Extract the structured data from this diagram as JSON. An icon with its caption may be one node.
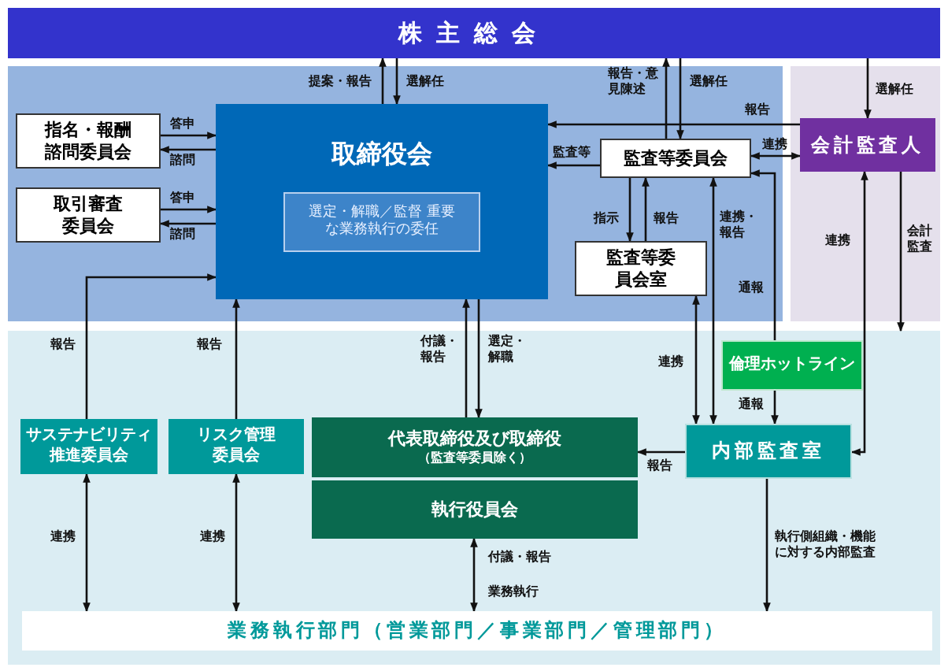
{
  "diagram": {
    "nodes": [
      {
        "text": [
          "株主総会"
        ]
      },
      {
        "text": [
          "指名・報酬諮問委員会"
        ]
      },
      {
        "text": [
          "取引審査委員会"
        ]
      },
      {
        "text": [
          "取締役会"
        ]
      },
      {
        "text": [
          "選定・解職／監督 重要な業務執行の委任"
        ],
        "in": 3
      },
      {
        "text": [
          "監査等委員会"
        ]
      },
      {
        "text": [
          "監査等委員会室"
        ]
      },
      {
        "text": [
          "会計監査人"
        ]
      },
      {
        "text": [
          "倫理ホットライン"
        ],
        "in": 15
      },
      {
        "text": [
          "サステナビリティ推進委員会"
        ],
        "in": 15
      },
      {
        "text": [
          "リスク管理委員会"
        ],
        "in": 15
      },
      {
        "text": [
          "代表取締役及び取締役",
          "（監査等委員除く）"
        ],
        "in": 15
      },
      {
        "text": [
          "執行役員会"
        ],
        "in": 15
      },
      {
        "text": [
          "内部監査室"
        ],
        "in": 15
      },
      {
        "text": [
          "業務執行部門（営業部門／事業部門／管理部門）"
        ],
        "in": 15
      },
      {
        "text": [],
        "shape": "box"
      }
    ],
    "edges": [
      {
        "from": 3,
        "to": 0,
        "arrow": "to",
        "label": "提案・報告"
      },
      {
        "from": 0,
        "to": 3,
        "arrow": "to",
        "label": "選解任"
      },
      {
        "from": 1,
        "to": 3,
        "arrow": "to",
        "label": "答申"
      },
      {
        "from": 3,
        "to": 1,
        "arrow": "to",
        "label": "諮問"
      },
      {
        "from": 2,
        "to": 3,
        "arrow": "to",
        "label": "答申"
      },
      {
        "from": 3,
        "to": 2,
        "arrow": "to",
        "label": "諮問"
      },
      {
        "from": 9,
        "to": 3,
        "arrow": "to",
        "label": "報告"
      },
      {
        "from": 10,
        "to": 3,
        "arrow": "to",
        "label": "報告"
      },
      {
        "from": 11,
        "to": 3,
        "arrow": "to",
        "label": "付議・報告"
      },
      {
        "from": 3,
        "to": 11,
        "arrow": "to",
        "label": "選定・解職"
      },
      {
        "from": 5,
        "to": 0,
        "arrow": "to",
        "label": "報告・意見陳述"
      },
      {
        "from": 0,
        "to": 5,
        "arrow": "to",
        "label": "選解任"
      },
      {
        "from": 7,
        "to": 3,
        "arrow": "to",
        "label": "報告"
      },
      {
        "from": 5,
        "to": 3,
        "arrow": "to",
        "label": "監査等"
      },
      {
        "from": 5,
        "to": 7,
        "arrow": "both",
        "label": "連携"
      },
      {
        "from": 5,
        "to": 6,
        "arrow": "to",
        "label": "指示"
      },
      {
        "from": 6,
        "to": 5,
        "arrow": "to",
        "label": "報告"
      },
      {
        "from": 6,
        "to": 13,
        "arrow": "both",
        "label": "連携"
      },
      {
        "from": 5,
        "to": 13,
        "arrow": "both",
        "label": "連携・報告"
      },
      {
        "from": 8,
        "to": 5,
        "arrow": "to",
        "label": "通報"
      },
      {
        "from": 8,
        "to": 13,
        "arrow": "to",
        "label": "通報"
      },
      {
        "from": 7,
        "to": 13,
        "arrow": "both",
        "label": "連携"
      },
      {
        "from": 7,
        "to": 15,
        "arrow": "to",
        "label": "会計監査"
      },
      {
        "from": 0,
        "to": 7,
        "arrow": "to",
        "label": "選解任"
      },
      {
        "from": 13,
        "to": 11,
        "arrow": "to",
        "label": "報告"
      },
      {
        "from": 9,
        "to": 14,
        "arrow": "both",
        "label": "連携"
      },
      {
        "from": 10,
        "to": 14,
        "arrow": "both",
        "label": "連携"
      },
      {
        "from": 12,
        "to": 14,
        "arrow": "both",
        "label": "付議・報告"
      },
      {
        "from": 13,
        "to": 14,
        "arrow": "to",
        "label": "執行側組織・機能に対する内部監査"
      }
    ],
    "labels": [
      "業務執行"
    ]
  }
}
